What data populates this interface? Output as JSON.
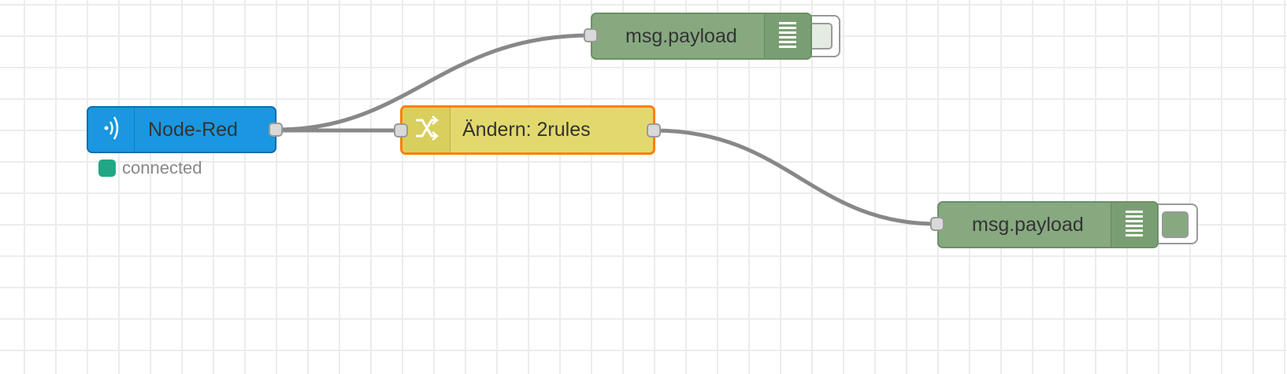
{
  "colors": {
    "grid": "#ececec",
    "wire": "#888888",
    "inject_node": "#1a97e0",
    "change_node": "#e2d96e",
    "debug_node": "#87a980",
    "selected_border": "#ff7f0e",
    "status_connected": "#21a785"
  },
  "nodes": {
    "mqtt_in": {
      "label": "Node-Red",
      "icon": "mqtt-wave-icon",
      "status": "connected"
    },
    "change": {
      "label": "Ändern: 2rules",
      "icon": "shuffle-icon"
    },
    "debug_top": {
      "label": "msg.payload",
      "icon": "debug-lines-icon",
      "enabled": false
    },
    "debug_bottom": {
      "label": "msg.payload",
      "icon": "debug-lines-icon",
      "enabled": true
    }
  }
}
